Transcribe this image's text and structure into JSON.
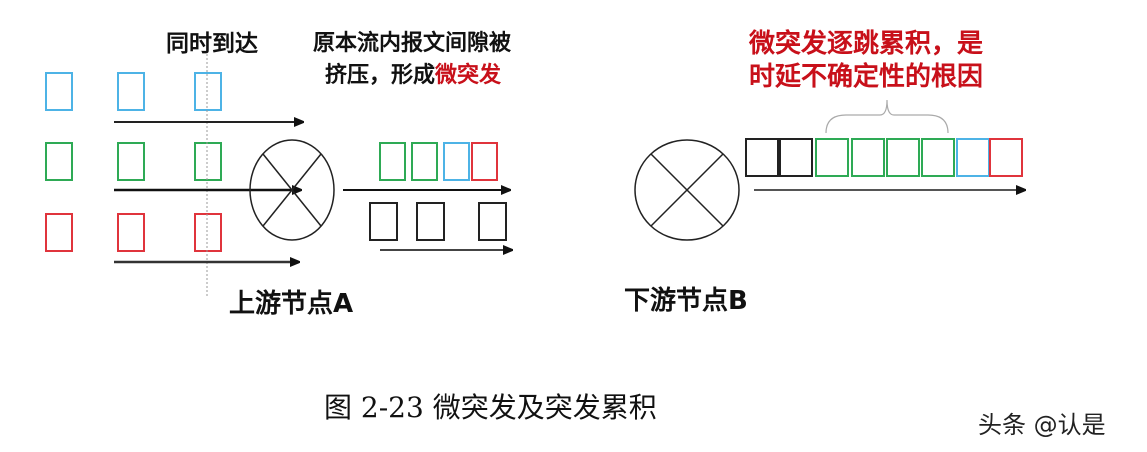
{
  "labels": {
    "simultaneous": "同时到达",
    "squeeze_line1": "原本流内报文间隙被",
    "squeeze_line2_black": "挤压，形成",
    "squeeze_line2_red": "微突发",
    "accumulate_line1": "微突发逐跳累积，是",
    "accumulate_line2": "时延不确定性的根因",
    "node_a": "上游节点A",
    "node_b": "下游节点B"
  },
  "caption": "图 2-23  微突发及突发累积",
  "watermark": "头条 @认是",
  "colors": {
    "blue": "#4db3e6",
    "green": "#2eaa55",
    "red": "#e0343c",
    "black": "#222222",
    "highlight": "#c8101a"
  },
  "flows": [
    "blue",
    "green",
    "red"
  ],
  "mid_queue_upper": [
    "green",
    "green",
    "blue",
    "red"
  ],
  "mid_queue_lower": [
    "black",
    "black",
    "black"
  ],
  "out_queue": [
    "black",
    "black",
    "green",
    "green",
    "green",
    "green",
    "blue",
    "red"
  ]
}
